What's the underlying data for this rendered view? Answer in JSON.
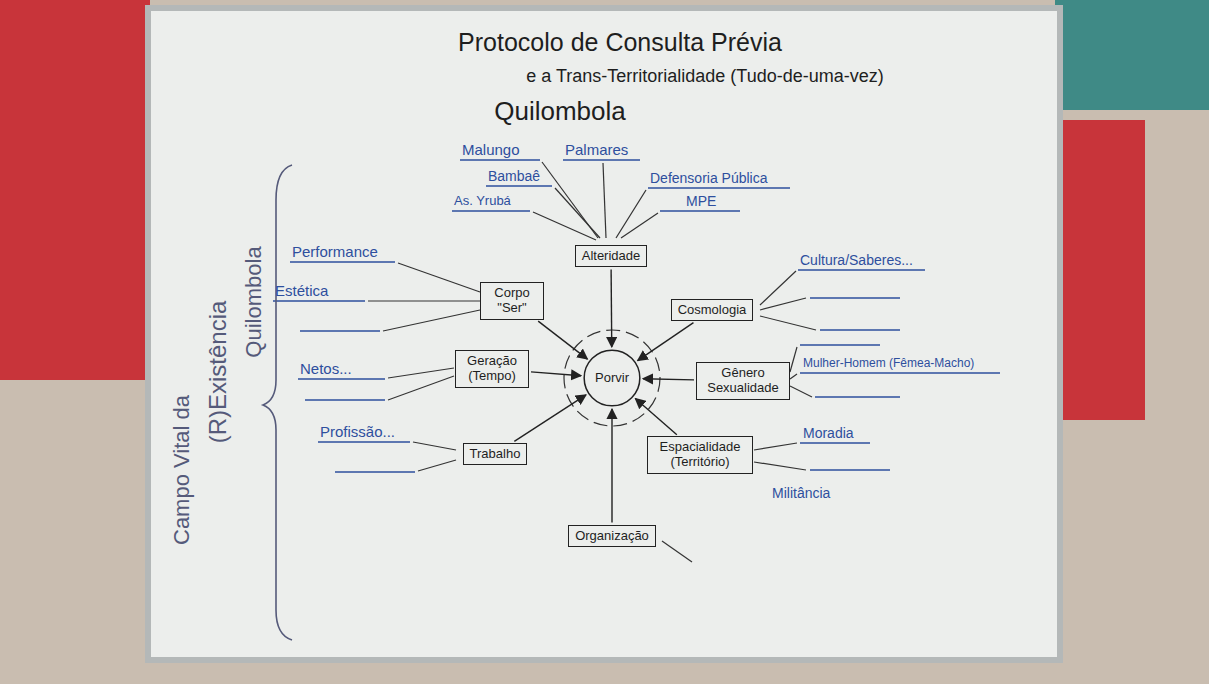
{
  "diagram": {
    "title": "Protocolo de Consulta Prévia",
    "nodes": [
      {
        "text": [
          "Alteridade"
        ]
      },
      {
        "text": [
          "Corpo \"Ser\""
        ]
      },
      {
        "text": [
          "Cosmologia"
        ]
      },
      {
        "text": [
          "Geração (Tempo)"
        ]
      },
      {
        "text": [
          "Porvir"
        ]
      },
      {
        "text": [
          "Gênero Sexualidade"
        ]
      },
      {
        "text": [
          "Trabalho"
        ]
      },
      {
        "text": [
          "Espacialidade (Território)"
        ]
      },
      {
        "text": [
          "Organização"
        ]
      }
    ],
    "edges": [
      {
        "from": 0,
        "to": 4,
        "arrow": "to"
      },
      {
        "from": 1,
        "to": 4,
        "arrow": "to"
      },
      {
        "from": 2,
        "to": 4,
        "arrow": "to"
      },
      {
        "from": 3,
        "to": 4,
        "arrow": "to"
      },
      {
        "from": 5,
        "to": 4,
        "arrow": "to"
      },
      {
        "from": 6,
        "to": 4,
        "arrow": "to"
      },
      {
        "from": 7,
        "to": 4,
        "arrow": "to"
      },
      {
        "from": 8,
        "to": 4,
        "arrow": "to"
      }
    ],
    "labels": [
      "e a Trans-Territorialidade (Tudo-de-uma-vez)",
      "Quilombola",
      "Malungo",
      "Palmares",
      "Bambaê",
      "As. Yrubá",
      "Defensoria Pública",
      "MPE",
      "Performance",
      "Estética",
      "Netos...",
      "Profissão...",
      "Cultura/Saberes...",
      "Mulher-Homem (Fêmea-Macho)",
      "Moradia",
      "Militância",
      "Campo Vital da",
      "(R)Existência",
      "Quilombola"
    ]
  }
}
